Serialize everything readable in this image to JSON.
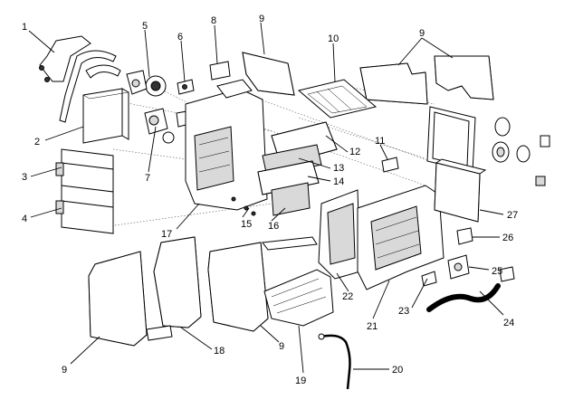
{
  "callouts": [
    "1",
    "2",
    "3",
    "4",
    "5",
    "6",
    "7",
    "8",
    "9",
    "9",
    "9",
    "9",
    "9",
    "10",
    "11",
    "12",
    "13",
    "14",
    "15",
    "16",
    "17",
    "18",
    "19",
    "20",
    "21",
    "22",
    "23",
    "24",
    "25",
    "26",
    "27"
  ]
}
